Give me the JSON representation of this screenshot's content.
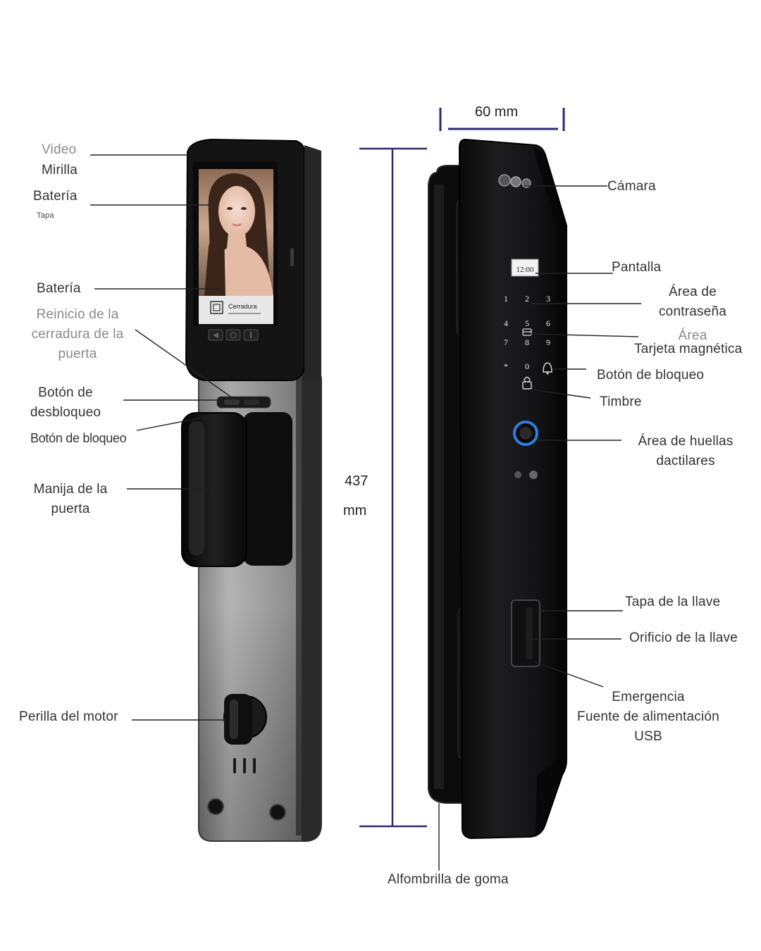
{
  "dimensions": {
    "width_label": "60 mm",
    "height_value": "437",
    "height_unit": "mm"
  },
  "screen": {
    "brand": "Cerradura",
    "clock": "12:00"
  },
  "keypad": {
    "keys": [
      "1",
      "2",
      "3",
      "4",
      "5",
      "6",
      "7",
      "8",
      "9",
      "*",
      "0"
    ]
  },
  "labels_left": {
    "video": "Video",
    "mirilla": "Mirilla",
    "bateria_tapa": "Batería",
    "tapa": "Tapa",
    "bateria": "Batería",
    "reinicio_1": "Reinicio de la",
    "reinicio_2": "cerradura de la",
    "reinicio_3": "puerta",
    "desbloqueo_1": "Botón de",
    "desbloqueo_2": "desbloqueo",
    "bloqueo": "Botón de bloqueo",
    "manija_1": "Manija de la",
    "manija_2": "puerta",
    "perilla": "Perilla del motor"
  },
  "labels_right": {
    "camara": "Cámara",
    "pantalla": "Pantalla",
    "contrasena_1": "Área de",
    "contrasena_2": "contraseña",
    "tarjeta_1": "Área",
    "tarjeta_2": "Tarjeta magnética",
    "bloqueo": "Botón de bloqueo",
    "timbre": "Timbre",
    "huellas_1": "Área de huellas",
    "huellas_2": "dactilares",
    "tapa_llave": "Tapa de la llave",
    "orificio_llave": "Orificio de la llave",
    "emergencia_1": "Emergencia",
    "emergencia_2": "Fuente de alimentación",
    "emergencia_3": "USB",
    "alfombrilla": "Alfombrilla de goma"
  },
  "colors": {
    "dimension_line": "#2e2a6e",
    "lock_black": "#121212",
    "lock_gray": "#8e8e8e",
    "fingerprint_ring": "#2f7de0"
  }
}
